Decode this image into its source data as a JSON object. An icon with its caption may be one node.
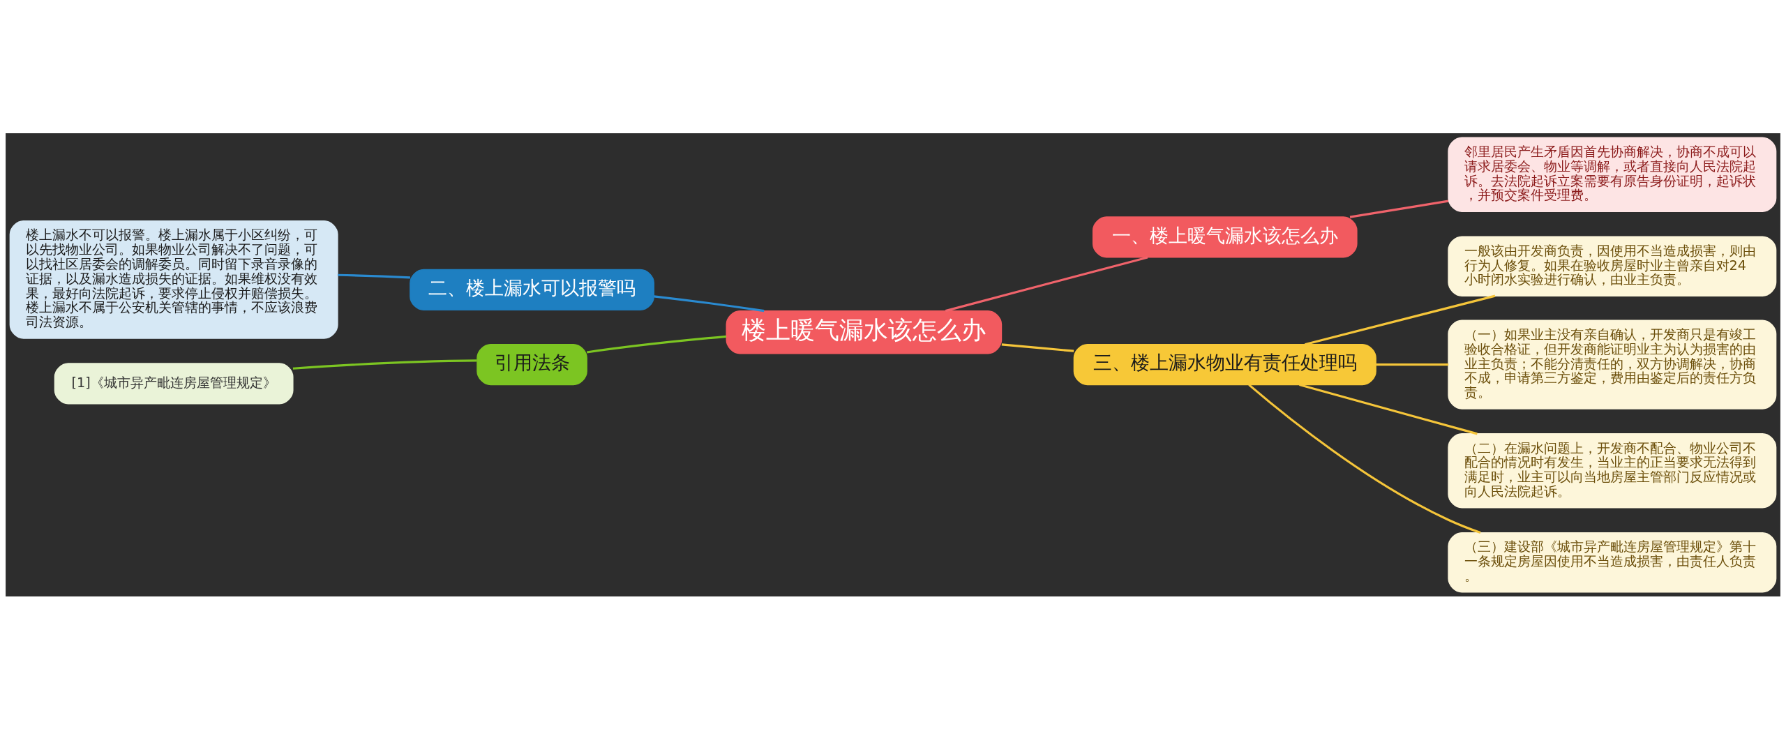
{
  "diagram": {
    "nodes": [
      {
        "text": [
          "楼上暖气漏水该怎么办"
        ]
      },
      {
        "text": [
          "一、楼上暖气漏水该怎么办"
        ]
      },
      {
        "text": [
          "邻里居民产生矛盾因首先协商解决，协商不成可以请求居委会、物业等调解，或者直接向人民法院起诉。去法院起诉立案需要有原告身份证明，起诉状，并预交案件受理费。"
        ]
      },
      {
        "text": [
          "二、楼上漏水可以报警吗"
        ]
      },
      {
        "text": [
          "楼上漏水不可以报警。楼上漏水属于小区纠纷，可以先找物业公司。如果物业公司解决不了问题，可以找社区居委会的调解委员。同时留下录音录像的证据，以及漏水造成损失的证据。如果维权没有效果，最好向法院起诉，要求停止侵权并赔偿损失。楼上漏水不属于公安机关管辖的事情，不应该浪费司法资源。"
        ]
      },
      {
        "text": [
          "引用法条"
        ]
      },
      {
        "text": [
          "[1]《城市异产毗连房屋管理规定》"
        ]
      },
      {
        "text": [
          "三、楼上漏水物业有责任处理吗"
        ]
      },
      {
        "text": [
          "一般该由开发商负责，因使用不当造成损害，则由行为人修复。如果在验收房屋时业主曾亲自对24小时闭水实验进行确认，由业主负责。"
        ]
      },
      {
        "text": [
          "（一）如果业主没有亲自确认，开发商只是有竣工验收合格证，但开发商能证明业主为认为损害的由业主负责；不能分清责任的，双方协调解决，协商不成，申请第三方鉴定，费用由鉴定后的责任方负责。"
        ]
      },
      {
        "text": [
          "（二）在漏水问题上，开发商不配合、物业公司不配合的情况时有发生，当业主的正当要求无法得到满足时，业主可以向当地房屋主管部门反应情况或向人民法院起诉。"
        ]
      },
      {
        "text": [
          "（三）建设部《城市异产毗连房屋管理规定》第十一条规定房屋因使用不当造成损害，由责任人负责。"
        ]
      }
    ],
    "edges": [
      {
        "from": 0,
        "to": 1,
        "arrow": "none",
        "color": "#f0636b"
      },
      {
        "from": 1,
        "to": 2,
        "arrow": "none",
        "color": "#f0636b"
      },
      {
        "from": 0,
        "to": 3,
        "arrow": "none",
        "color": "#2a8ad0"
      },
      {
        "from": 3,
        "to": 4,
        "arrow": "none",
        "color": "#2a8ad0"
      },
      {
        "from": 0,
        "to": 5,
        "arrow": "none",
        "color": "#7cc522"
      },
      {
        "from": 5,
        "to": 6,
        "arrow": "none",
        "color": "#7cc522"
      },
      {
        "from": 0,
        "to": 7,
        "arrow": "none",
        "color": "#f5c53a"
      },
      {
        "from": 7,
        "to": 8,
        "arrow": "none",
        "color": "#f5c53a"
      },
      {
        "from": 7,
        "to": 9,
        "arrow": "none",
        "color": "#f5c53a"
      },
      {
        "from": 7,
        "to": 10,
        "arrow": "none",
        "color": "#f5c53a"
      },
      {
        "from": 7,
        "to": 11,
        "arrow": "none",
        "color": "#f5c53a"
      }
    ]
  }
}
